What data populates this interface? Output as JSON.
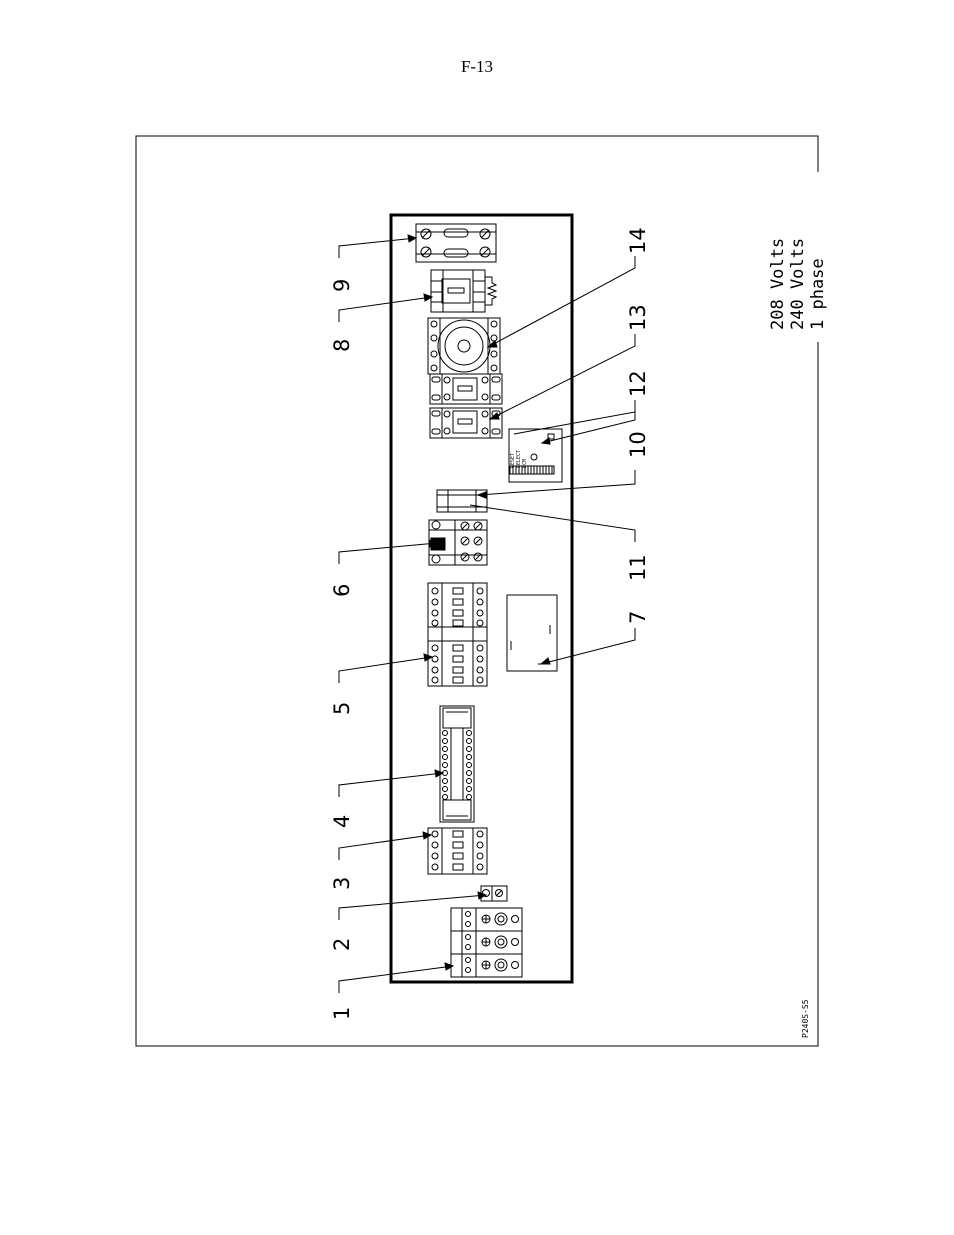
{
  "page": {
    "number": "F-13"
  },
  "diagram": {
    "callouts": [
      "1",
      "2",
      "3",
      "4",
      "5",
      "6",
      "7",
      "8",
      "9",
      "10",
      "11",
      "12",
      "13",
      "14"
    ],
    "voltage_lines": [
      "208 Volts",
      "240 Volts",
      "1 phase"
    ],
    "drawing_code": "P240S-S5",
    "timer_labels": {
      "line1": "RESET",
      "line2": "SELECT",
      "line3": "ECM"
    }
  }
}
